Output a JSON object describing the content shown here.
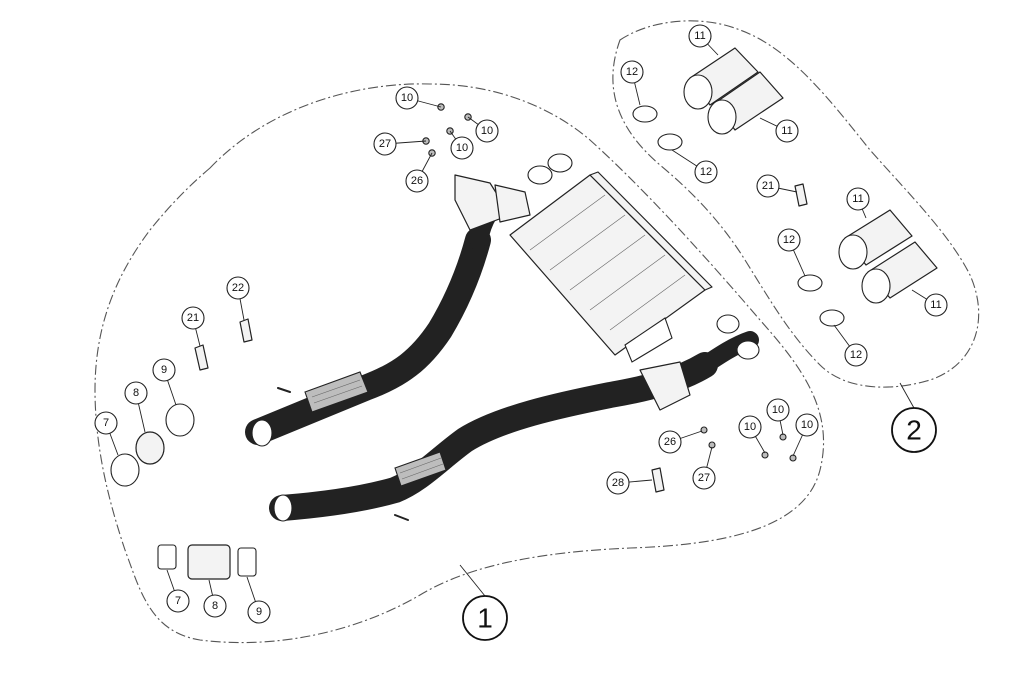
{
  "groups": [
    {
      "id": "g1",
      "number": "1"
    },
    {
      "id": "g2",
      "number": "2"
    }
  ],
  "callouts": [
    {
      "id": "c-10a",
      "number": "10"
    },
    {
      "id": "c-10b",
      "number": "10"
    },
    {
      "id": "c-10c",
      "number": "10"
    },
    {
      "id": "c-27a",
      "number": "27"
    },
    {
      "id": "c-26a",
      "number": "26"
    },
    {
      "id": "c-22",
      "number": "22"
    },
    {
      "id": "c-21a",
      "number": "21"
    },
    {
      "id": "c-9a",
      "number": "9"
    },
    {
      "id": "c-8a",
      "number": "8"
    },
    {
      "id": "c-7a",
      "number": "7"
    },
    {
      "id": "c-7b",
      "number": "7"
    },
    {
      "id": "c-8b",
      "number": "8"
    },
    {
      "id": "c-9b",
      "number": "9"
    },
    {
      "id": "c-26b",
      "number": "26"
    },
    {
      "id": "c-27b",
      "number": "27"
    },
    {
      "id": "c-28",
      "number": "28"
    },
    {
      "id": "c-10d",
      "number": "10"
    },
    {
      "id": "c-10e",
      "number": "10"
    },
    {
      "id": "c-10f",
      "number": "10"
    },
    {
      "id": "c-11a",
      "number": "11"
    },
    {
      "id": "c-11b",
      "number": "11"
    },
    {
      "id": "c-12a",
      "number": "12"
    },
    {
      "id": "c-12b",
      "number": "12"
    },
    {
      "id": "c-21b",
      "number": "21"
    },
    {
      "id": "c-11c",
      "number": "11"
    },
    {
      "id": "c-11d",
      "number": "11"
    },
    {
      "id": "c-12c",
      "number": "12"
    },
    {
      "id": "c-12d",
      "number": "12"
    }
  ]
}
